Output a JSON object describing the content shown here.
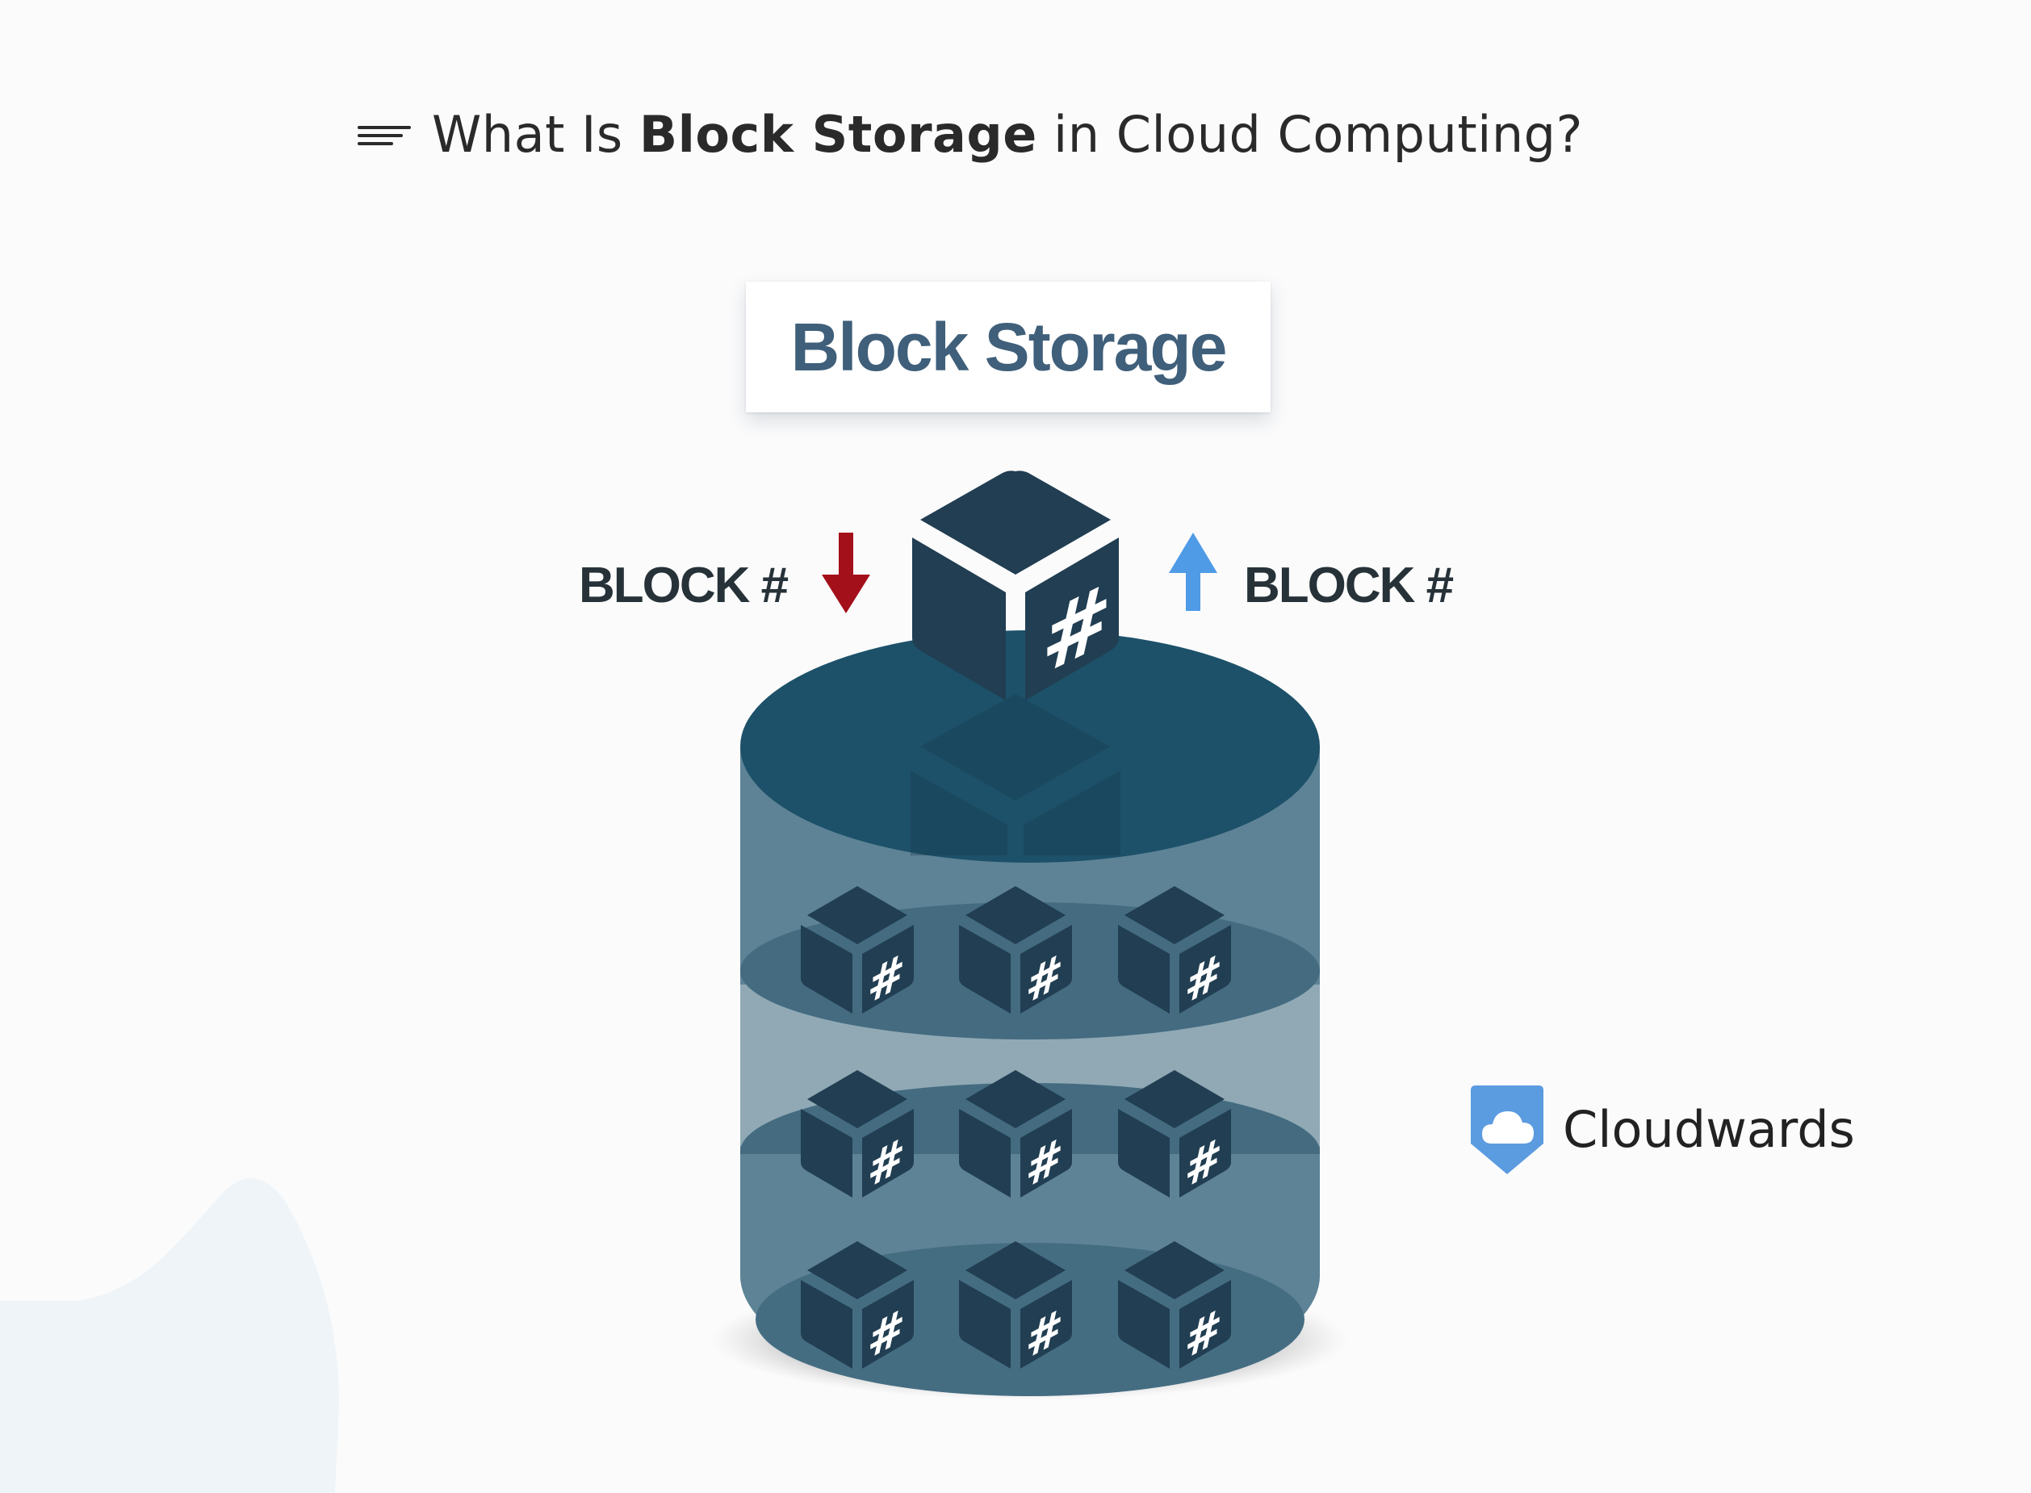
{
  "heading": {
    "prefix": "What Is ",
    "bold": "Block Storage",
    "suffix": " in Cloud Computing?"
  },
  "diagram": {
    "card_label": "Block Storage",
    "incoming_label": "BLOCK #",
    "outgoing_label": "BLOCK #",
    "block_symbol": "#",
    "incoming_arrow_color": "#a3101a",
    "outgoing_arrow_color": "#4f9be6",
    "cylinder_top_color": "#1d5169",
    "cylinder_body_color": "#5e8396",
    "cube_color": "#213e52",
    "shelf_rows": 3,
    "blocks_per_shelf": 3
  },
  "brand": {
    "name": "Cloudwards",
    "icon": "cloud-shield-icon",
    "color": "#5b9be0"
  }
}
